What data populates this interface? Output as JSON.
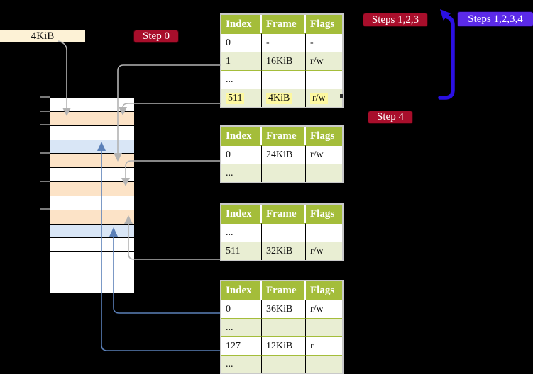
{
  "colors": {
    "background": "#000000",
    "table_header_green": "#a4bd3a",
    "table_row_green": "#e9eed3",
    "table_border_gray": "#c9c9c9",
    "highlight_yellow": "#fdf8a0",
    "frame_peach": "#fce3c7",
    "frame_blue": "#d9e6f6",
    "frame_white": "#ffffff",
    "label_cream": "#fdf2d6",
    "badge_crimson": "#a80e2b",
    "badge_blue": "#5b2ae8",
    "arrow_gray": "#b3b3b3",
    "arrow_blue": "#5b80b8",
    "arrow_big_blue": "#2b10e3"
  },
  "frame_size_label": "4KiB",
  "badges": {
    "step0": {
      "label": "Step 0"
    },
    "steps123": {
      "label": "Steps 1,2,3"
    },
    "steps1234": {
      "label": "Steps 1,2,3,4"
    },
    "step4": {
      "label": "Step 4"
    }
  },
  "memory_column": {
    "rows": [
      "white",
      "peach",
      "white",
      "blue",
      "peach",
      "white",
      "peach",
      "white",
      "peach",
      "blue",
      "white",
      "white",
      "white",
      "white"
    ]
  },
  "page_tables": [
    {
      "id": "table-1",
      "headers": [
        "Index",
        "Frame",
        "Flags"
      ],
      "rows": [
        {
          "cells": [
            "0",
            "-",
            "-"
          ],
          "shaded": false,
          "highlighted": false
        },
        {
          "cells": [
            "1",
            "16KiB",
            "r/w"
          ],
          "shaded": true,
          "highlighted": false
        },
        {
          "cells": [
            "...",
            "",
            ""
          ],
          "shaded": false,
          "highlighted": false
        },
        {
          "cells": [
            "511",
            "4KiB",
            "r/w"
          ],
          "shaded": true,
          "highlighted": true
        }
      ]
    },
    {
      "id": "table-2",
      "headers": [
        "Index",
        "Frame",
        "Flags"
      ],
      "rows": [
        {
          "cells": [
            "0",
            "24KiB",
            "r/w"
          ],
          "shaded": false,
          "highlighted": false
        },
        {
          "cells": [
            "...",
            "",
            ""
          ],
          "shaded": true,
          "highlighted": false
        }
      ]
    },
    {
      "id": "table-3",
      "headers": [
        "Index",
        "Frame",
        "Flags"
      ],
      "rows": [
        {
          "cells": [
            "...",
            "",
            ""
          ],
          "shaded": false,
          "highlighted": false
        },
        {
          "cells": [
            "511",
            "32KiB",
            "r/w"
          ],
          "shaded": true,
          "highlighted": false
        }
      ]
    },
    {
      "id": "table-4",
      "headers": [
        "Index",
        "Frame",
        "Flags"
      ],
      "rows": [
        {
          "cells": [
            "0",
            "36KiB",
            "r/w"
          ],
          "shaded": false,
          "highlighted": false
        },
        {
          "cells": [
            "...",
            "",
            ""
          ],
          "shaded": true,
          "highlighted": false
        },
        {
          "cells": [
            "127",
            "12KiB",
            "r"
          ],
          "shaded": false,
          "highlighted": false
        },
        {
          "cells": [
            "...",
            "",
            ""
          ],
          "shaded": true,
          "highlighted": false
        }
      ]
    }
  ]
}
